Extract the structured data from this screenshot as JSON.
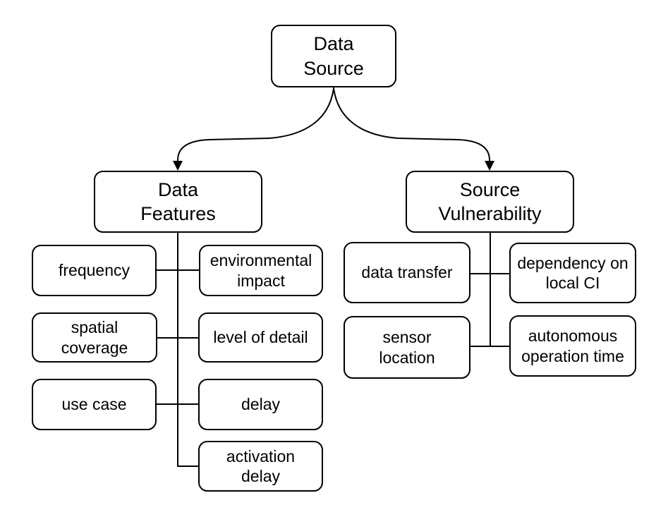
{
  "colors": {
    "line": "#000000",
    "text": "#000000",
    "background": "#ffffff"
  },
  "tree": {
    "root": {
      "label": "Data\nSource"
    },
    "branches": [
      {
        "label": "Data\nFeatures",
        "children": [
          "frequency",
          "environmental\nimpact",
          "spatial\ncoverage",
          "level of detail",
          "use case",
          "delay",
          "activation\ndelay"
        ]
      },
      {
        "label": "Source\nVulnerability",
        "children": [
          "data transfer",
          "dependency on\nlocal CI",
          "sensor\nlocation",
          "autonomous\noperation time"
        ]
      }
    ]
  }
}
